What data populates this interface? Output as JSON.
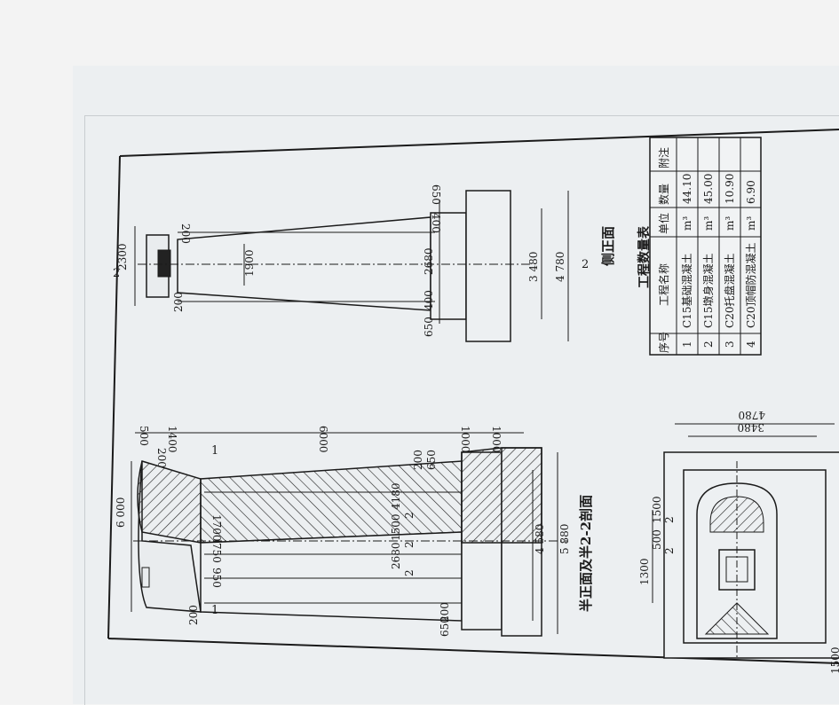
{
  "drawing": {
    "left_view": {
      "caption": "半正面及半2-2剖面",
      "section_mark": "1",
      "dims_top": [
        "500",
        "1400",
        "6000",
        "1000",
        "1000"
      ],
      "dims_top_inner": [
        "200"
      ],
      "dims_left": [
        "6 000",
        "200"
      ],
      "dims_body": [
        "950",
        "750",
        "1700",
        "2680",
        "2",
        "1500",
        "2",
        "4180",
        "2"
      ],
      "dims_bottom": [
        "200",
        "650",
        "4 580",
        "5 880",
        "200",
        "650"
      ]
    },
    "right_view": {
      "caption": "侧正面",
      "section_mark": "2",
      "dims": [
        "2300",
        "200",
        "200",
        "1900",
        "650",
        "400",
        "2680",
        "400",
        "650",
        "3 480",
        "4 780"
      ]
    },
    "plan_view": {
      "dims": [
        "4780",
        "3480",
        "500",
        "1500",
        "2",
        "1300",
        "2",
        "1500"
      ]
    },
    "table": {
      "title": "工程数量表",
      "headers": [
        "序号",
        "工程名称",
        "单位",
        "数量",
        "附注"
      ],
      "rows": [
        [
          "1",
          "C15基础混凝土",
          "m³",
          "44.10",
          ""
        ],
        [
          "2",
          "C15墩身混凝土",
          "m³",
          "45.00",
          ""
        ],
        [
          "3",
          "C20托盘混凝土",
          "m³",
          "10.90",
          ""
        ],
        [
          "4",
          "C20顶帽防混凝土",
          "m³",
          "6.90",
          ""
        ]
      ]
    }
  }
}
